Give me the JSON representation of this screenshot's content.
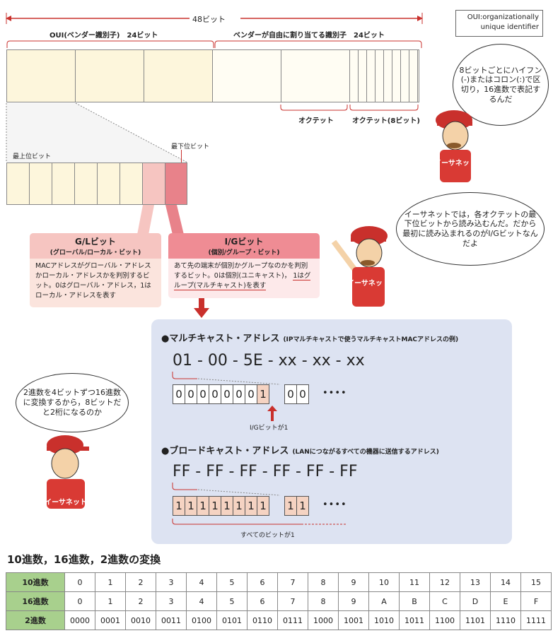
{
  "note_box": {
    "line1": "OUI:organizationally",
    "line2": "unique identifier"
  },
  "top": {
    "total_label": "48ビット",
    "oui_label": "OUI(ベンダー識別子)　24ビット",
    "vendor_label": "ベンダーが自由に割り当てる識別子　24ビット",
    "octet_label": "オクテット",
    "octet8_label": "オクテット(8ビット)"
  },
  "bits": {
    "msb_label": "最上位ビット",
    "lsb_label": "最下位ビット"
  },
  "gl": {
    "title": "G/Lビット",
    "subtitle": "(グローバル/ローカル・ビット)",
    "body": "MACアドレスがグローバル・アドレスかローカル・アドレスかを判別するビット。0はグローバル・アドレス，1はローカル・アドレスを表す"
  },
  "ig": {
    "title": "I/Gビット",
    "subtitle": "(個別/グループ・ビット)",
    "body1": "あて先の端末が個別かグループなのかを判別するビット。0は個別(ユニキャスト)，",
    "body2": "1はグループ(マルチキャスト)を表す"
  },
  "speech": {
    "top": "8ビットごとにハイフン(-)またはコロン(:)で区切り，16進数で表記するんだ",
    "mid": "イーサネットでは，各オクテットの最下位ビットから読み込むんだ。だから最初に読み込まれるのがI/Gビットなんだよ",
    "left": "2進数を4ビットずつ16進数に変換するから，8ビットだと2桁になるのか"
  },
  "mascot": {
    "apron_text": "イーサネット"
  },
  "multicast": {
    "title": "●マルチキャスト・アドレス",
    "note": "(IPマルチキャストで使うマルチキャストMACアドレスの例)",
    "address": "01 - 00 - 5E - xx - xx - xx",
    "bits": [
      "0",
      "0",
      "0",
      "0",
      "0",
      "0",
      "0",
      "1"
    ],
    "next_bits": [
      "0",
      "0"
    ],
    "ellipsis": "••••",
    "ig_label": "I/Gビットが1"
  },
  "broadcast": {
    "title": "●ブロードキャスト・アドレス",
    "note": "(LANにつながるすべての機器に送信するアドレス)",
    "address": "FF - FF - FF - FF - FF - FF",
    "bits": [
      "1",
      "1",
      "1",
      "1",
      "1",
      "1",
      "1",
      "1"
    ],
    "next_bits": [
      "1",
      "1"
    ],
    "ellipsis": "••••",
    "all_label": "すべてのビットが1"
  },
  "table": {
    "title": "10進数，16進数，2進数の変換",
    "rows": [
      {
        "header": "10進数",
        "cells": [
          "0",
          "1",
          "2",
          "3",
          "4",
          "5",
          "6",
          "7",
          "8",
          "9",
          "10",
          "11",
          "12",
          "13",
          "14",
          "15"
        ]
      },
      {
        "header": "16進数",
        "cells": [
          "0",
          "1",
          "2",
          "3",
          "4",
          "5",
          "6",
          "7",
          "8",
          "9",
          "A",
          "B",
          "C",
          "D",
          "E",
          "F"
        ]
      },
      {
        "header": "2進数",
        "cells": [
          "0000",
          "0001",
          "0010",
          "0011",
          "0100",
          "0101",
          "0110",
          "0111",
          "1000",
          "1001",
          "1010",
          "1011",
          "1100",
          "1101",
          "1110",
          "1111"
        ]
      }
    ]
  },
  "colors": {
    "cream": "#fdf6dc",
    "pink_light": "#f6c5c1",
    "pink_dark": "#e8828a",
    "gl_box": "#fbe4dd",
    "ig_box": "#ef8c94",
    "blue_panel": "#dde3f2",
    "bit_fill": "#f5d3c2",
    "red": "#c9302c",
    "green": "#a8d08d"
  }
}
